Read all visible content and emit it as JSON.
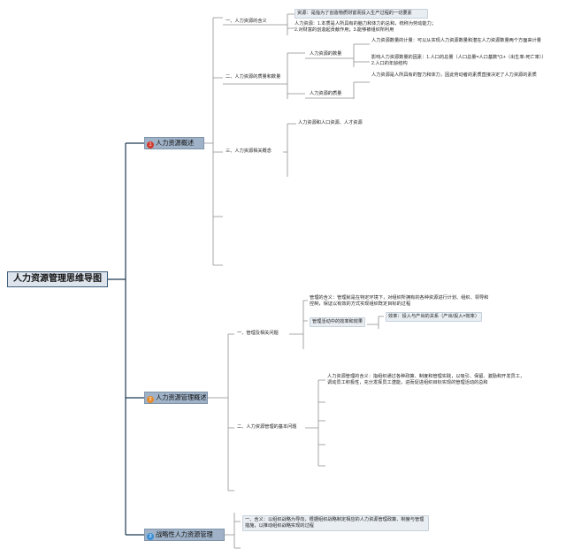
{
  "root": "人力资源管理思维导图",
  "sections": [
    {
      "badge": "1",
      "title": "人力资源概述",
      "c1": {
        "label": "一、人力资源的含义",
        "d1": "资源：是指为了创造物质财富而投入生产过程的一切要素",
        "d2": "人力资源：1.本质是人所具有的脑力和体力的总和，统称为劳动能力；2.对财富的创造起贡献作用；3.能够被组织所利用"
      },
      "c2": {
        "label": "二、人力资源的质量和数量",
        "q": {
          "label": "人力资源的数量",
          "d1": "人力资源数量的计量：可以从实现人力资源数量和潜在人力资源数量两个方面来计量",
          "d2": "影响人力资源数量的因素：1.人口的总量（人口总量=人口基数*(1+（出生率-死亡率））2.人口的年龄结构"
        },
        "z": {
          "label": "人力资源的质量",
          "d1": "人力资源是人所具有的智力和体力，因此劳动者的素质直接决定了人力资源的素质"
        }
      },
      "c3": {
        "label": "三、人力资源相关概念",
        "d1": "人力资源和人口资源、人才资源"
      }
    },
    {
      "badge": "2",
      "title": "人力资源管理概述",
      "c1": {
        "label": "一、管理及相关问题",
        "d1": "管理的含义：管理就是在特定环境下，对组织所拥有的各种资源进行计划、组织、领导和控制，保证以有效的方式实现组织既定目标的过程",
        "d2": "管理活动中的效率和效果",
        "d3": "效率：投入与产出的关系（产出/投入=效率）"
      },
      "c2": {
        "label": "二、人力资源管理的基本问题",
        "d1": "人力资源管理的含义：指组织通过各种政策、制度和管理实践，以吸引、保留、激励和开发员工，调动员工积极性，充分发挥员工潜能，进而促进组织目标实现的管理活动的总和"
      }
    },
    {
      "badge": "3",
      "title": "战略性人力资源管理",
      "c1": {
        "label": "一、含义：以组织战略为导向，根据组织战略制定相应的人力资源管理政策、制度与管理措施，以推动组织战略实现的过程"
      }
    }
  ],
  "colors": {
    "line": "#8e8e8e",
    "trunk": "#1f3a55",
    "l1_fill": "#9fb2c7",
    "root_border": "#3f5f7d"
  }
}
